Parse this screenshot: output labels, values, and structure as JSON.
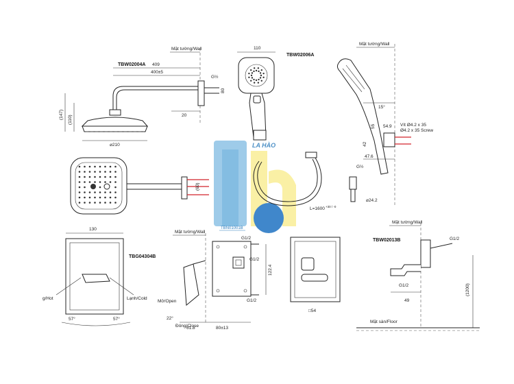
{
  "models": {
    "overhead": "TBW02004A",
    "hand": "TBW02006A",
    "valve": "TBG04304B",
    "box": "TBN01001B",
    "elbow": "TBW02013B"
  },
  "labels": {
    "wall": "Mặt tường/Wall",
    "wall2": "Mặt tường/Wall",
    "wall3": "Mặt tường/Wall",
    "wall4": "Mặt tường/Wall",
    "floor": "Mặt sàn/Floor",
    "screw1": "Vít Ø4.2 x 35",
    "screw2": "Ø4.2 x 35 Screw",
    "hot": "g/Hot",
    "cold": "Lạnh/Cold",
    "open": "Mở/Open",
    "close": "Đóng/Close",
    "hose": "L=1600",
    "hose_tol": "+30 / -0",
    "watermark": "LA HÀO"
  },
  "dims": {
    "d409": "409",
    "d400": "400±5",
    "g12a": "G½",
    "d80": "80",
    "d20": "20",
    "d147": "(147)",
    "d110a": "(110)",
    "d210": "⌀210",
    "d60": "(60)",
    "d110": "110",
    "d55": "55",
    "d15": "15°",
    "d549": "54.9",
    "d42": "42",
    "d476": "47.6",
    "g12b": "G½",
    "d242": "⌀24.2",
    "d130": "130",
    "a57a": "57°",
    "a57b": "57°",
    "g12c": "G1/2",
    "g12d": "G1/2",
    "g12e": "G1/2",
    "d1224": "122.4",
    "d22": "22°",
    "d618": "61.8",
    "d80b": "80±13",
    "d54": "□54",
    "g12f": "G1/2",
    "g12g": "G1/2",
    "d1200": "(1200)",
    "d49": "49"
  }
}
